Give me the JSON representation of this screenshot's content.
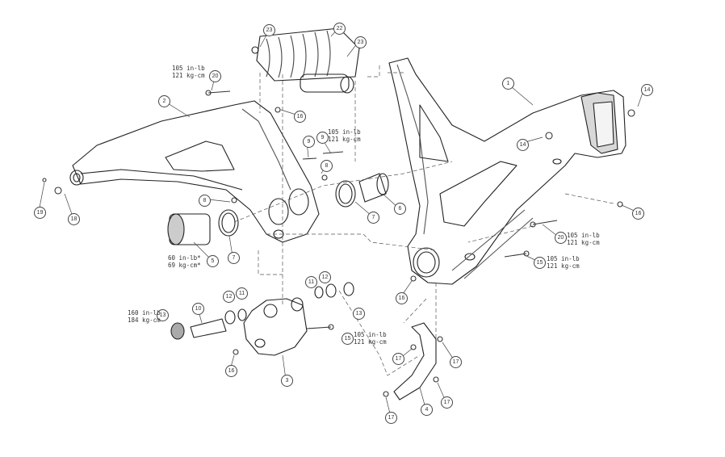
{
  "diagram": {
    "title": "Exploded frame assembly",
    "callouts": [
      {
        "id": "c1",
        "label": "1"
      },
      {
        "id": "c2",
        "label": "2"
      },
      {
        "id": "c3",
        "label": "3"
      },
      {
        "id": "c4",
        "label": "4"
      },
      {
        "id": "c5",
        "label": "5"
      },
      {
        "id": "c6",
        "label": "6"
      },
      {
        "id": "c7a",
        "label": "7"
      },
      {
        "id": "c7b",
        "label": "7"
      },
      {
        "id": "c8a",
        "label": "8"
      },
      {
        "id": "c8b",
        "label": "8"
      },
      {
        "id": "c9a",
        "label": "9"
      },
      {
        "id": "c9b",
        "label": "9"
      },
      {
        "id": "c10",
        "label": "10"
      },
      {
        "id": "c11a",
        "label": "11"
      },
      {
        "id": "c11b",
        "label": "11"
      },
      {
        "id": "c12a",
        "label": "12"
      },
      {
        "id": "c12b",
        "label": "12"
      },
      {
        "id": "c13a",
        "label": "13"
      },
      {
        "id": "c13b",
        "label": "13"
      },
      {
        "id": "c14a",
        "label": "14"
      },
      {
        "id": "c14b",
        "label": "14"
      },
      {
        "id": "c15a",
        "label": "15"
      },
      {
        "id": "c15b",
        "label": "15"
      },
      {
        "id": "c16a",
        "label": "16"
      },
      {
        "id": "c16b",
        "label": "16"
      },
      {
        "id": "c16c",
        "label": "16"
      },
      {
        "id": "c16d",
        "label": "16"
      },
      {
        "id": "c17a",
        "label": "17"
      },
      {
        "id": "c17b",
        "label": "17"
      },
      {
        "id": "c17c",
        "label": "17"
      },
      {
        "id": "c17d",
        "label": "17"
      },
      {
        "id": "c18",
        "label": "18"
      },
      {
        "id": "c19",
        "label": "19"
      },
      {
        "id": "c20a",
        "label": "20"
      },
      {
        "id": "c20b",
        "label": "20"
      },
      {
        "id": "c22",
        "label": "22"
      },
      {
        "id": "c23a",
        "label": "23"
      },
      {
        "id": "c23b",
        "label": "23"
      }
    ],
    "torque_specs": {
      "t_shock_bolt": {
        "line1": "105 in-lb",
        "line2": "121 kg-cm"
      },
      "t_pivot_bolt": {
        "line1": "105 in-lb",
        "line2": "121 kg-cm"
      },
      "t_axle": {
        "line1": "60 in-lb*",
        "line2": "69 kg-cm*"
      },
      "t_link_axle": {
        "line1": "160 in-lb",
        "line2": "184 kg-cm"
      },
      "t_link_bolt": {
        "line1": "105 in-lb",
        "line2": "121 kg-cm"
      },
      "t_frame_bolt20": {
        "line1": "105 in-lb",
        "line2": "121 kg-cm"
      },
      "t_frame_bolt15": {
        "line1": "105 in-lb",
        "line2": "121 kg-cm"
      }
    }
  }
}
